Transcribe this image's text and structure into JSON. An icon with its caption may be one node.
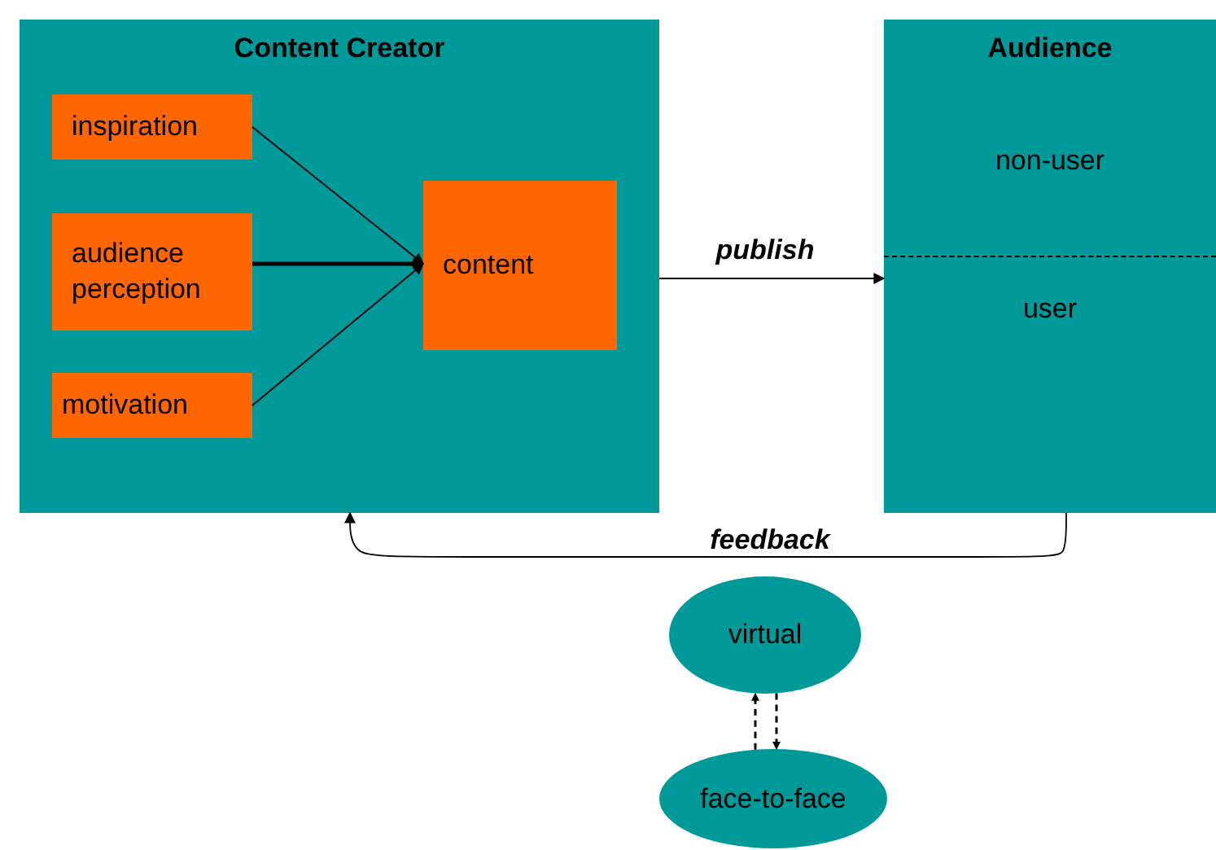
{
  "diagram": {
    "nodes": [
      {
        "text": [
          "Content Creator"
        ]
      },
      {
        "text": [
          "inspiration"
        ],
        "in": 0
      },
      {
        "text": [
          "audience perception"
        ],
        "in": 0
      },
      {
        "text": [
          "motivation"
        ],
        "in": 0
      },
      {
        "text": [
          "content"
        ],
        "in": 0
      },
      {
        "text": [
          "Audience"
        ]
      },
      {
        "text": [
          "non-user"
        ],
        "in": 5
      },
      {
        "text": [
          "user"
        ],
        "in": 5
      },
      {
        "text": [
          "virtual"
        ]
      },
      {
        "text": [
          "face-to-face"
        ]
      }
    ],
    "edges": [
      {
        "from": 1,
        "to": 4,
        "arrow": "to"
      },
      {
        "from": 2,
        "to": 4,
        "arrow": "to",
        "style": "thick"
      },
      {
        "from": 3,
        "to": 4,
        "arrow": "to"
      },
      {
        "from": 0,
        "to": 5,
        "label": "publish",
        "arrow": "to"
      },
      {
        "from": 5,
        "to": 0,
        "label": "feedback",
        "arrow": "to"
      },
      {
        "from": 9,
        "to": 8,
        "arrow": "to",
        "style": "dashed"
      },
      {
        "from": 8,
        "to": 9,
        "arrow": "to",
        "style": "dashed"
      }
    ]
  }
}
